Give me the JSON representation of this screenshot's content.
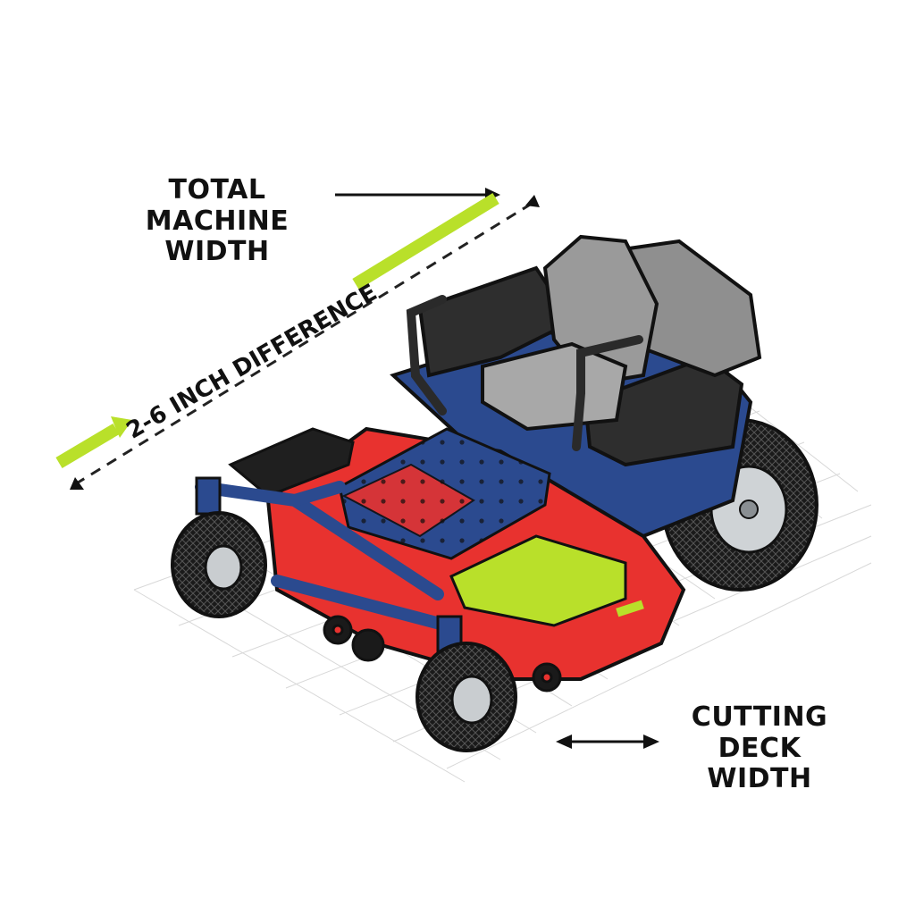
{
  "labels": {
    "total_machine_width": [
      "TOTAL MACHINE",
      "WIDTH"
    ],
    "cutting_deck_width": [
      "CUTTING DECK",
      "WIDTH"
    ],
    "difference": "2-6 INCH DIFFERENCE"
  },
  "colors": {
    "deck": "#e8322f",
    "frame": "#2b4a8f",
    "accent": "#b9e02a",
    "seat": "#9a9a9a",
    "tire": "#1a1a1a",
    "outline": "#111111"
  }
}
